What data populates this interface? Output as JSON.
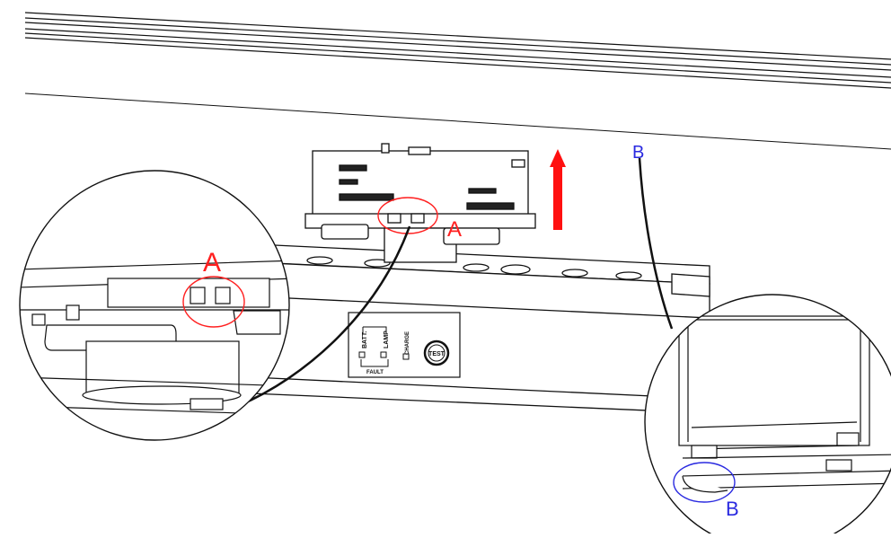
{
  "callouts": {
    "a_label_main": "A",
    "a_label_zoom": "A",
    "b_label_main": "B",
    "b_label_zoom": "B"
  },
  "panel": {
    "batt_label": "BATT.",
    "lamp_label": "LAMP",
    "charge_label": "CHARGE",
    "fault_label": "FAULT",
    "test_button_label": "TEST"
  },
  "colors": {
    "callout_a": "#ff2020",
    "callout_b": "#2a2ae0",
    "arrow": "#ff1010",
    "line": "#111111"
  },
  "icons": {
    "direction_arrow": "up-arrow-icon"
  }
}
